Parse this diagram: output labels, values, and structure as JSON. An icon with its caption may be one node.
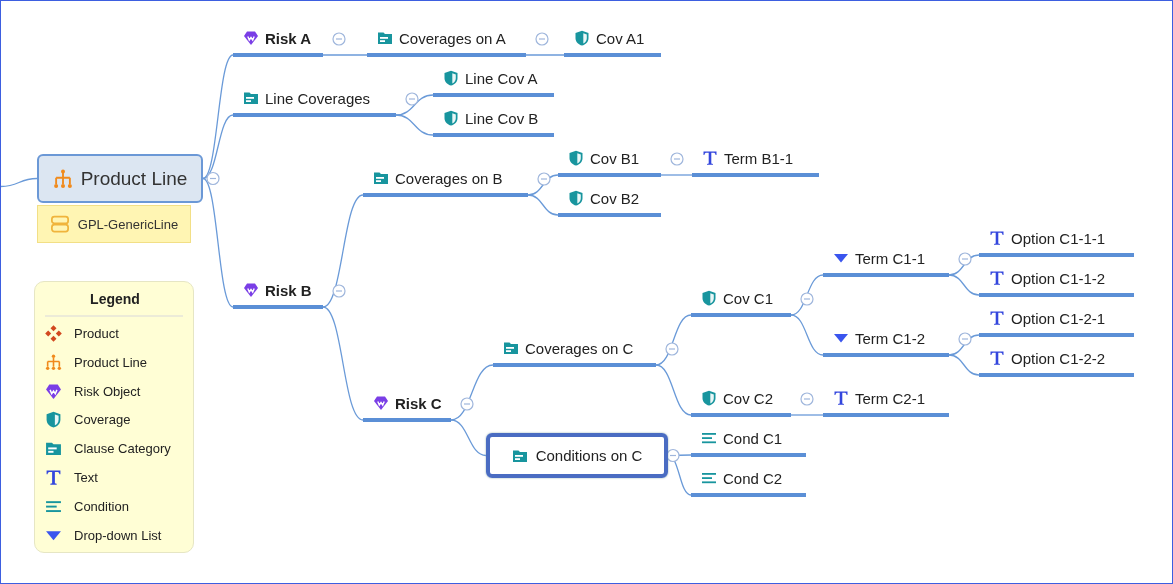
{
  "diagram": {
    "nodes": [
      {
        "text": [
          "Product Line"
        ]
      },
      {
        "text": [
          "GPL-GenericLine"
        ]
      },
      {
        "text": [
          "Risk A"
        ]
      },
      {
        "text": [
          "Coverages on A"
        ]
      },
      {
        "text": [
          "Cov A1"
        ]
      },
      {
        "text": [
          "Line Coverages"
        ]
      },
      {
        "text": [
          "Line Cov A"
        ]
      },
      {
        "text": [
          "Line Cov B"
        ]
      },
      {
        "text": [
          "Risk B"
        ]
      },
      {
        "text": [
          "Coverages on B"
        ]
      },
      {
        "text": [
          "Cov B1"
        ]
      },
      {
        "text": [
          "Term B1-1"
        ]
      },
      {
        "text": [
          "Cov B2"
        ]
      },
      {
        "text": [
          "Risk C"
        ]
      },
      {
        "text": [
          "Coverages on C"
        ]
      },
      {
        "text": [
          "Cov C1"
        ]
      },
      {
        "text": [
          "Term C1-1"
        ]
      },
      {
        "text": [
          "Option C1-1-1"
        ]
      },
      {
        "text": [
          "Option C1-1-2"
        ]
      },
      {
        "text": [
          "Term C1-2"
        ]
      },
      {
        "text": [
          "Option C1-2-1"
        ]
      },
      {
        "text": [
          "Option C1-2-2"
        ]
      },
      {
        "text": [
          "Cov C2"
        ]
      },
      {
        "text": [
          "Term C2-1"
        ]
      },
      {
        "text": [
          "Conditions on C"
        ]
      },
      {
        "text": [
          "Cond C1"
        ]
      },
      {
        "text": [
          "Cond C2"
        ]
      }
    ],
    "edges": [
      {
        "from": null,
        "to": 0,
        "arrow": "none"
      },
      {
        "from": 0,
        "to": 2,
        "arrow": "none"
      },
      {
        "from": 0,
        "to": 5,
        "arrow": "none"
      },
      {
        "from": 0,
        "to": 8,
        "arrow": "none"
      },
      {
        "from": 2,
        "to": 3,
        "arrow": "none"
      },
      {
        "from": 3,
        "to": 4,
        "arrow": "none"
      },
      {
        "from": 5,
        "to": 6,
        "arrow": "none"
      },
      {
        "from": 5,
        "to": 7,
        "arrow": "none"
      },
      {
        "from": 8,
        "to": 9,
        "arrow": "none"
      },
      {
        "from": 8,
        "to": 13,
        "arrow": "none"
      },
      {
        "from": 9,
        "to": 10,
        "arrow": "none"
      },
      {
        "from": 9,
        "to": 12,
        "arrow": "none"
      },
      {
        "from": 10,
        "to": 11,
        "arrow": "none"
      },
      {
        "from": 13,
        "to": 14,
        "arrow": "none"
      },
      {
        "from": 13,
        "to": 24,
        "arrow": "none"
      },
      {
        "from": 14,
        "to": 15,
        "arrow": "none"
      },
      {
        "from": 14,
        "to": 22,
        "arrow": "none"
      },
      {
        "from": 15,
        "to": 16,
        "arrow": "none"
      },
      {
        "from": 15,
        "to": 19,
        "arrow": "none"
      },
      {
        "from": 16,
        "to": 17,
        "arrow": "none"
      },
      {
        "from": 16,
        "to": 18,
        "arrow": "none"
      },
      {
        "from": 19,
        "to": 20,
        "arrow": "none"
      },
      {
        "from": 19,
        "to": 21,
        "arrow": "none"
      },
      {
        "from": 22,
        "to": 23,
        "arrow": "none"
      },
      {
        "from": 24,
        "to": 25,
        "arrow": "none"
      },
      {
        "from": 24,
        "to": 26,
        "arrow": "none"
      }
    ],
    "labels": [
      "Legend"
    ],
    "legend": [
      {
        "text": "Product"
      },
      {
        "text": "Product Line"
      },
      {
        "text": "Risk Object"
      },
      {
        "text": "Coverage"
      },
      {
        "text": "Clause Category"
      },
      {
        "text": "Text"
      },
      {
        "text": "Condition"
      },
      {
        "text": "Drop-down List"
      }
    ]
  }
}
